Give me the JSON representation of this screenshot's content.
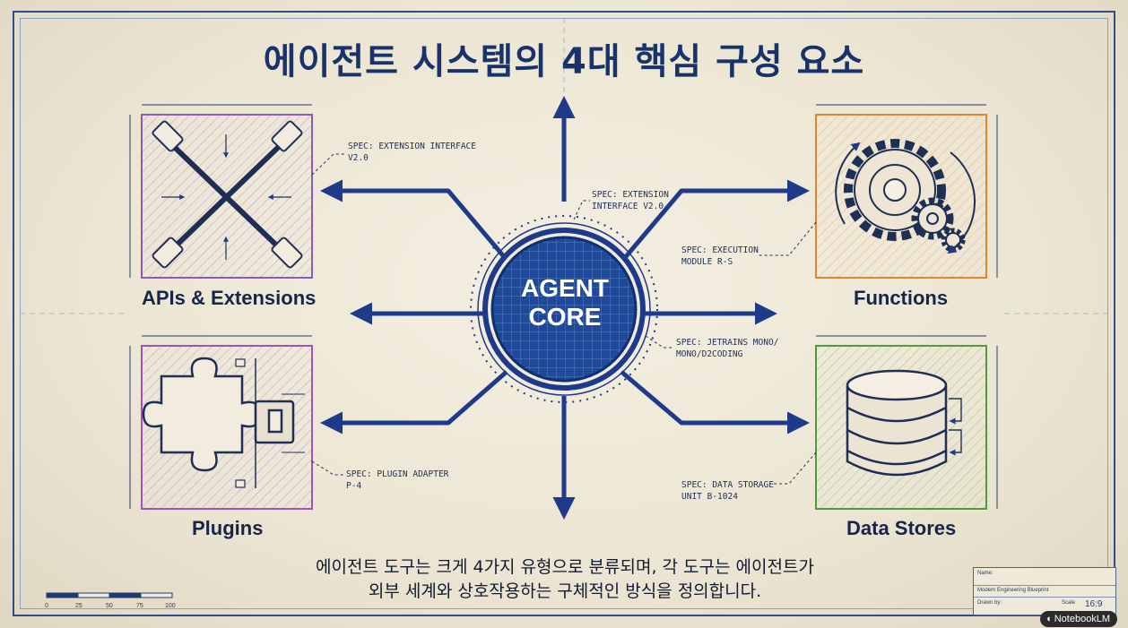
{
  "title": "에이전트 시스템의 4대 핵심 구성 요소",
  "core": {
    "line1": "AGENT",
    "line2": "CORE"
  },
  "components": {
    "apis": {
      "label": "APIs & Extensions",
      "spec": "SPEC: EXTENSION INTERFACE\nV2.0",
      "color": "#8a5bb8",
      "icon": "ethernet-cables-icon"
    },
    "functions": {
      "label": "Functions",
      "spec": "SPEC: EXECUTION\nMODULE R-S",
      "color": "#e0862b",
      "icon": "gears-icon"
    },
    "plugins": {
      "label": "Plugins",
      "spec": "SPEC: PLUGIN ADAPTER\nP-4",
      "color": "#a050c0",
      "icon": "puzzle-piece-icon"
    },
    "data_stores": {
      "label": "Data Stores",
      "spec": "SPEC: DATA STORAGE\nUNIT B-1024",
      "color": "#4f9a3a",
      "icon": "database-icon"
    }
  },
  "center_specs": {
    "top": "SPEC: EXTENSION\nINTERFACE V2.0",
    "right": "SPEC: JETRAINS MONO/\nMONO/D2CODING"
  },
  "footer": {
    "line1": "에이전트 도구는 크게 4가지 유형으로 분류되며, 각 도구는 에이전트가",
    "line2": "외부 세계와 상호작용하는 구체적인 방식을 정의합니다."
  },
  "title_block": {
    "name_label": "Name:",
    "project": "Modern Engineering Blueprint",
    "drawn_label": "Drawn by:",
    "scale_label": "Scale",
    "ratio": "16:9"
  },
  "scale_bar": [
    "0",
    "25",
    "50",
    "75",
    "100"
  ],
  "brand": "NotebookLM",
  "colors": {
    "ink": "#1e3a6e",
    "core_fill": "#1f4a9a",
    "paper": "#f1ebdc"
  }
}
